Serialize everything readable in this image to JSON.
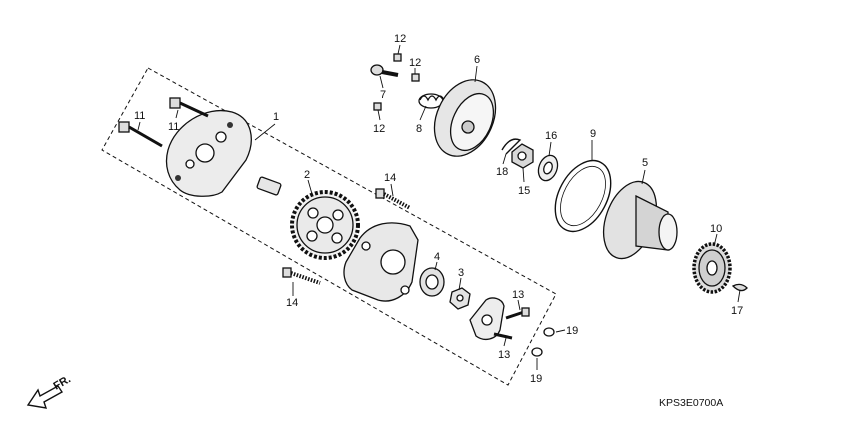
{
  "diagram": {
    "code": "KPS3E0700A",
    "direction_label": "FR.",
    "callouts": [
      {
        "id": "c1",
        "text": "1"
      },
      {
        "id": "c2",
        "text": "2"
      },
      {
        "id": "c3",
        "text": "3"
      },
      {
        "id": "c4",
        "text": "4"
      },
      {
        "id": "c5",
        "text": "5"
      },
      {
        "id": "c6",
        "text": "6"
      },
      {
        "id": "c7",
        "text": "7"
      },
      {
        "id": "c8",
        "text": "8"
      },
      {
        "id": "c9",
        "text": "9"
      },
      {
        "id": "c10",
        "text": "10"
      },
      {
        "id": "c11a",
        "text": "11"
      },
      {
        "id": "c11b",
        "text": "11"
      },
      {
        "id": "c12a",
        "text": "12"
      },
      {
        "id": "c12b",
        "text": "12"
      },
      {
        "id": "c12c",
        "text": "12"
      },
      {
        "id": "c13a",
        "text": "13"
      },
      {
        "id": "c13b",
        "text": "13"
      },
      {
        "id": "c14a",
        "text": "14"
      },
      {
        "id": "c14b",
        "text": "14"
      },
      {
        "id": "c15",
        "text": "15"
      },
      {
        "id": "c16",
        "text": "16"
      },
      {
        "id": "c17",
        "text": "17"
      },
      {
        "id": "c18",
        "text": "18"
      },
      {
        "id": "c19a",
        "text": "19"
      },
      {
        "id": "c19b",
        "text": "19"
      }
    ]
  }
}
